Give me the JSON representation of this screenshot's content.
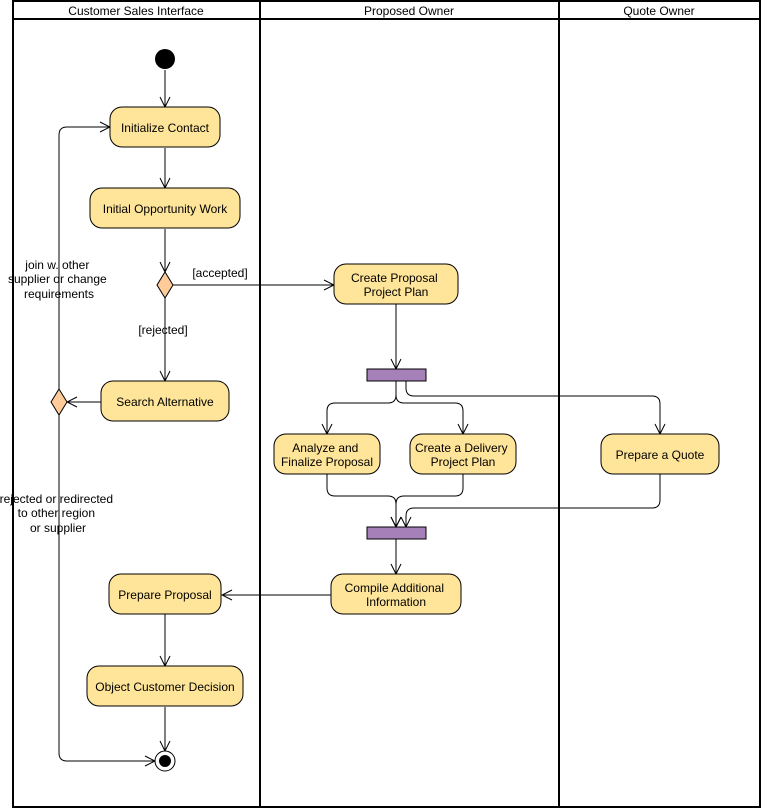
{
  "lanes": {
    "customer": "Customer Sales Interface",
    "proposed": "Proposed Owner",
    "quote": "Quote Owner"
  },
  "nodes": {
    "initialize_contact": [
      "Initialize Contact"
    ],
    "initial_opportunity": [
      "Initial Opportunity Work"
    ],
    "search_alternative": [
      "Search Alternative"
    ],
    "create_proposal_plan": [
      "Create Proposal",
      "Project Plan"
    ],
    "analyze_finalize": [
      "Analyze and",
      "Finalize Proposal"
    ],
    "create_delivery": [
      "Create a Delivery",
      "Project Plan"
    ],
    "prepare_quote": [
      "Prepare a Quote"
    ],
    "compile_info": [
      "Compile Additional",
      "Information"
    ],
    "prepare_proposal": [
      "Prepare Proposal"
    ],
    "object_decision": [
      "Object Customer Decision"
    ]
  },
  "edge_labels": {
    "accepted": "[accepted]",
    "rejected": "[rejected]",
    "join_other": [
      "join w. other",
      "supplier or change",
      "requirements"
    ],
    "rejected_redirected": [
      "rejected or redirected",
      "to other region",
      "or supplier"
    ]
  },
  "colors": {
    "action_fill": "#ffe599",
    "decision_fill": "#ffcc99",
    "bar_fill": "#a680b8",
    "stroke": "#000000"
  }
}
